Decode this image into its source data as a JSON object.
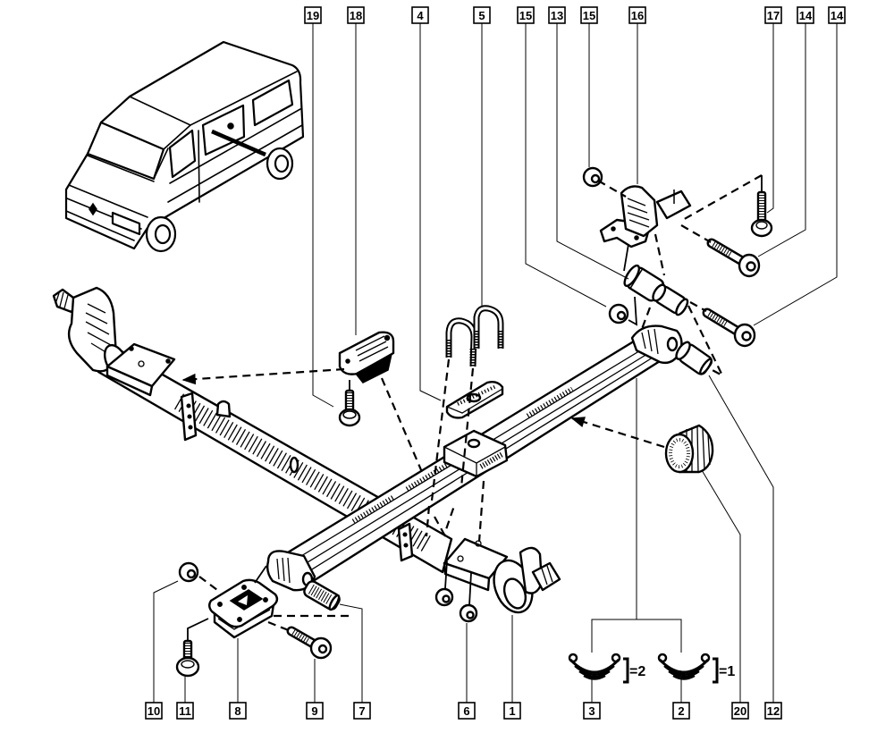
{
  "callouts": {
    "top": [
      "19",
      "18",
      "4",
      "5",
      "15",
      "13",
      "15",
      "16",
      "17",
      "14",
      "14"
    ],
    "bottom": [
      "10",
      "11",
      "8",
      "9",
      "7",
      "6",
      "1",
      "3",
      "2",
      "20",
      "12"
    ]
  },
  "leaf_quantities": [
    {
      "callout": "3",
      "label": "=2"
    },
    {
      "callout": "2",
      "label": "=1"
    }
  ]
}
